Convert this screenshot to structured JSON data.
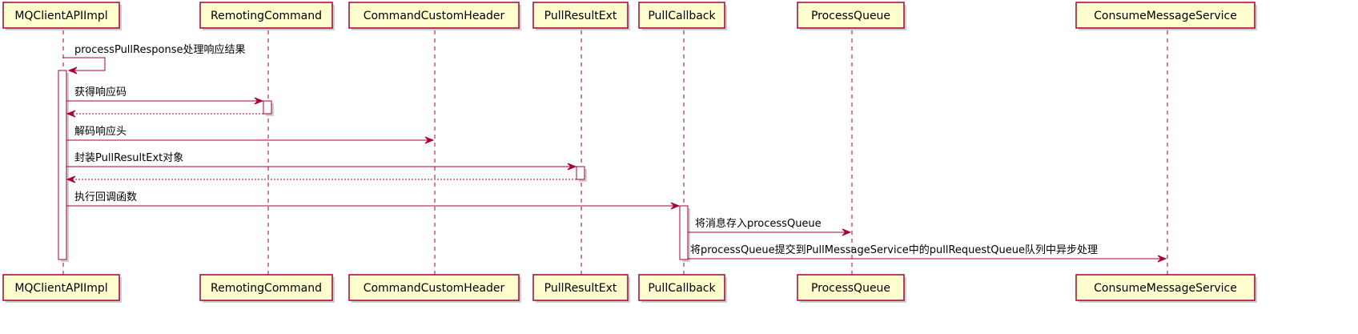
{
  "participants": [
    {
      "id": "mq",
      "name": "MQClientAPIImpl"
    },
    {
      "id": "rc",
      "name": "RemotingCommand"
    },
    {
      "id": "cch",
      "name": "CommandCustomHeader"
    },
    {
      "id": "pre",
      "name": "PullResultExt"
    },
    {
      "id": "pc",
      "name": "PullCallback"
    },
    {
      "id": "pq",
      "name": "ProcessQueue"
    },
    {
      "id": "cms",
      "name": "ConsumeMessageService"
    }
  ],
  "messages": [
    {
      "from": "mq",
      "to": "mq",
      "label": "processPullResponse处理响应结果",
      "dashed": false
    },
    {
      "from": "mq",
      "to": "rc",
      "label": "获得响应码",
      "dashed": false
    },
    {
      "from": "rc",
      "to": "mq",
      "label": "",
      "dashed": true
    },
    {
      "from": "mq",
      "to": "cch",
      "label": "解码响应头",
      "dashed": false
    },
    {
      "from": "mq",
      "to": "pre",
      "label": "封装PullResultExt对象",
      "dashed": false
    },
    {
      "from": "pre",
      "to": "mq",
      "label": "",
      "dashed": true
    },
    {
      "from": "mq",
      "to": "pc",
      "label": "执行回调函数",
      "dashed": false
    },
    {
      "from": "pc",
      "to": "pq",
      "label": "将消息存入processQueue",
      "dashed": false
    },
    {
      "from": "pc",
      "to": "cms",
      "label": "将processQueue提交到PullMessageService中的pullRequestQueue队列中异步处理",
      "dashed": false
    }
  ],
  "colors": {
    "border": "#A80036",
    "participant_fill": "#FEFECE"
  }
}
